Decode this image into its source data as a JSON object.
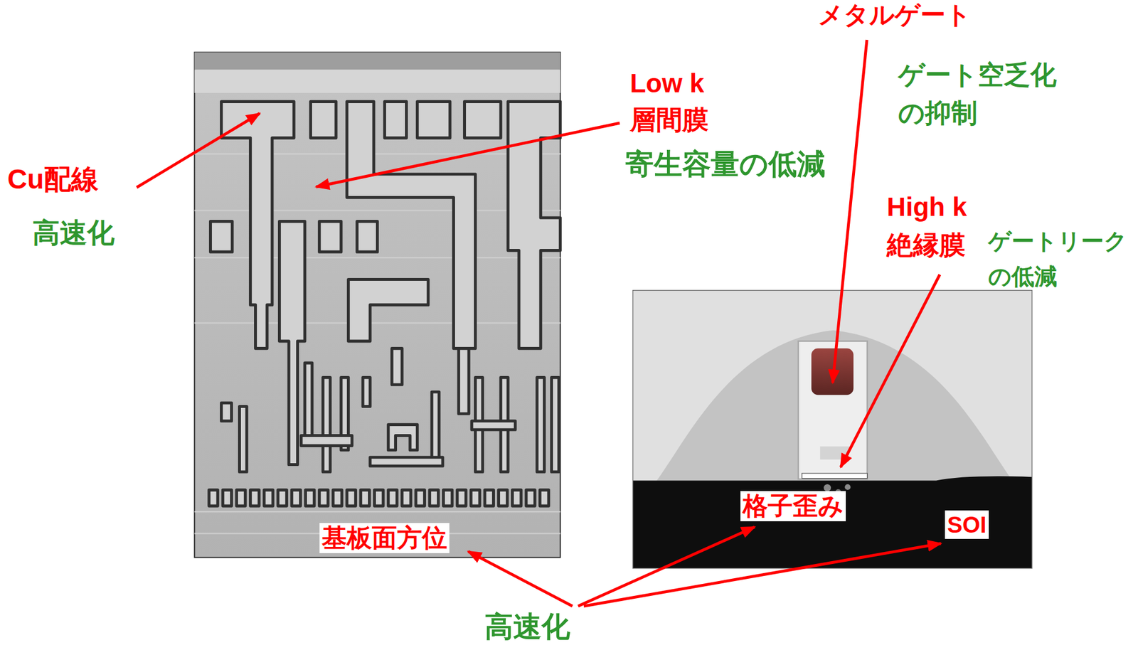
{
  "diagram": {
    "labels": [
      "メタルゲート",
      "Low k 層間膜",
      "ゲート空乏化 の抑制",
      "寄生容量の低減",
      "Cu配線",
      "High k 絶縁膜",
      "ゲートリーク の低減",
      "高速化",
      "格子歪み",
      "基板面方位",
      "SOI",
      "高速化"
    ]
  }
}
